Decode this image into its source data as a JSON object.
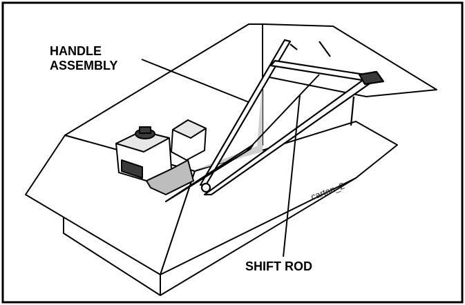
{
  "labels": {
    "handle_line1": "HANDLE",
    "handle_line2": "ASSEMBLY",
    "shift_rod": "SHIFT ROD",
    "carton": "carton_2"
  },
  "colors": {
    "ink": "#000000",
    "paper": "#ffffff",
    "shade": "#cfcfcf",
    "dark": "#3a3a3a"
  }
}
